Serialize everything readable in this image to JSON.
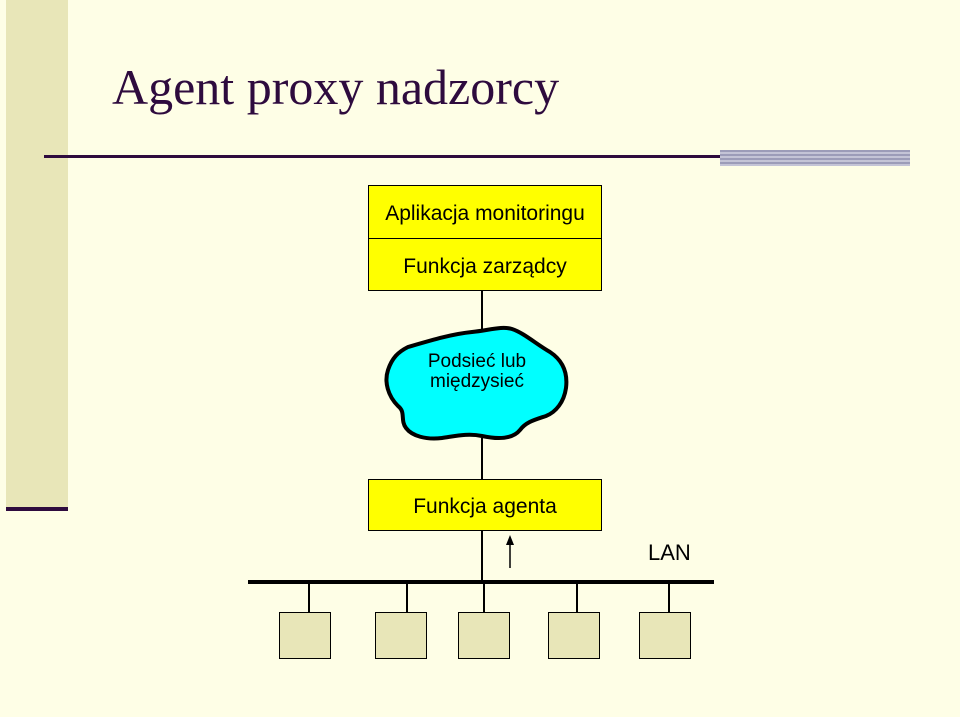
{
  "slide": {
    "title": "Agent proxy nadzorcy"
  },
  "diagram": {
    "monitoring_app": "Aplikacja monitoringu",
    "manager_function": "Funkcja zarządcy",
    "network": {
      "line1": "Podsieć lub",
      "line2": "międzysieć"
    },
    "agent_function": "Funkcja agenta",
    "lan_label": "LAN",
    "lan_node_count_visible": 5
  },
  "colors": {
    "background": "#fefee6",
    "box_fill": "#ffff00",
    "cloud_fill": "#00ffff",
    "node_fill": "#e8e6b8",
    "title_color": "#2e0b3e"
  }
}
